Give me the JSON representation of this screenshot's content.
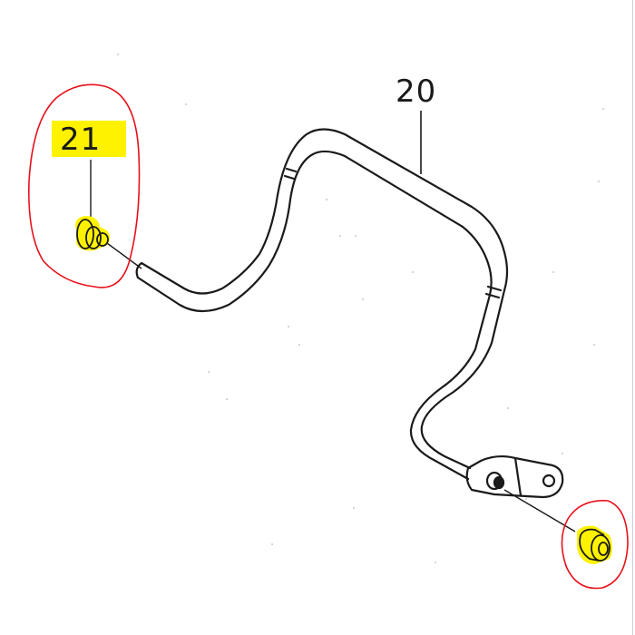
{
  "diagram": {
    "type": "exploded parts diagram",
    "parts": [
      {
        "id": "part-20",
        "callout": "20",
        "description": "bent pipe / rod assembly with mounting bracket"
      },
      {
        "id": "part-21",
        "callout": "21",
        "description": "grommet / bushing (two shown)",
        "highlighted": true
      }
    ],
    "annotations": {
      "highlight_color": "#fff200",
      "circle_color": "#e8101a",
      "line_color": "#1a1a1a"
    }
  },
  "labels": {
    "part_20": "20",
    "part_21": "21"
  }
}
